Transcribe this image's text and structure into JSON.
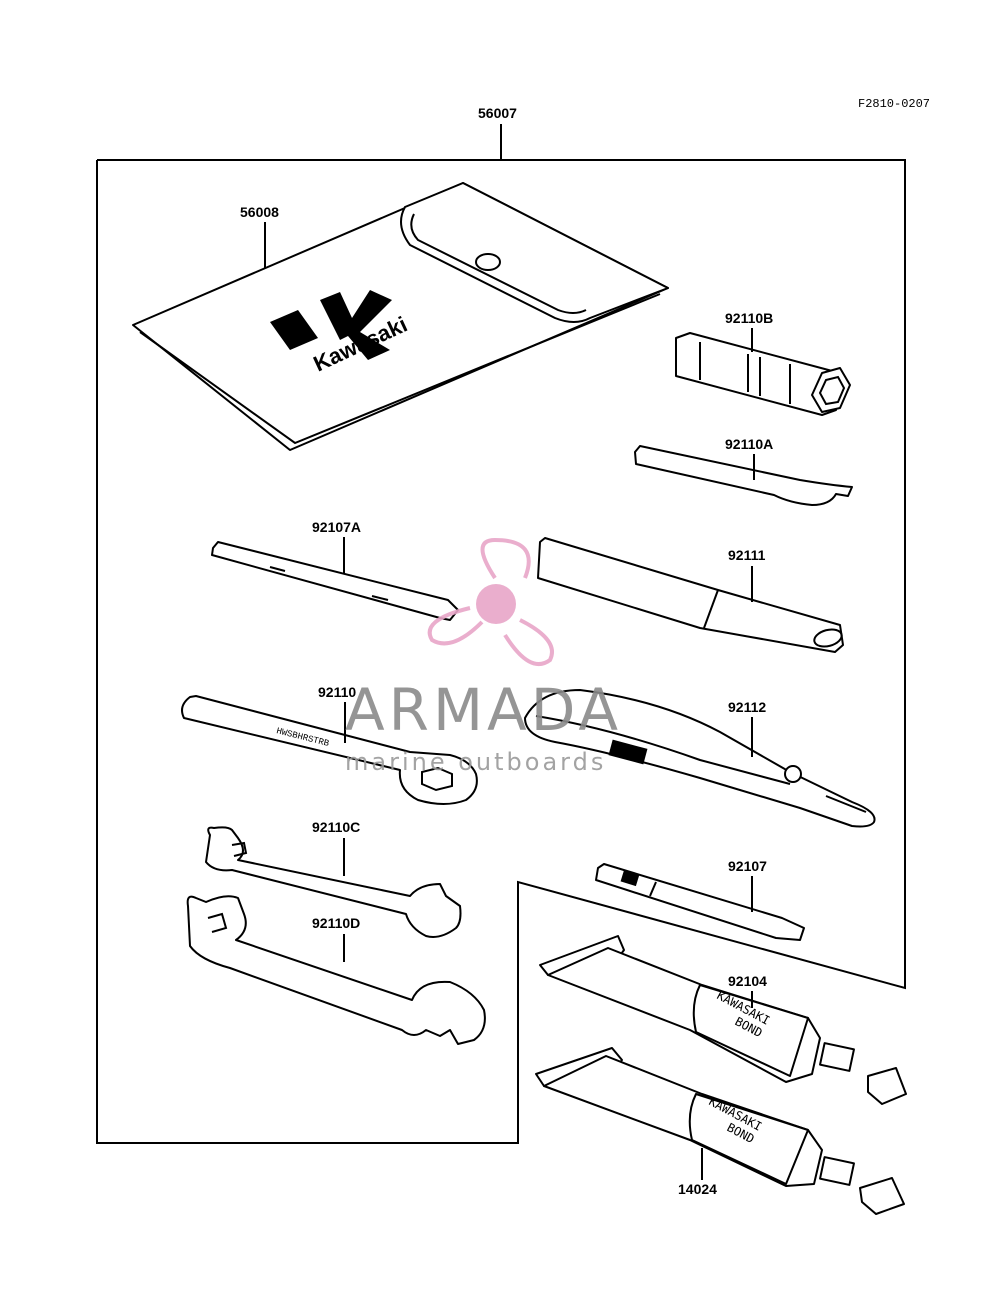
{
  "figure_code": "F2810-0207",
  "labels": {
    "tool_kit": "56007",
    "pouch": "56008",
    "plug_wrench": "92110B",
    "spanner_hook": "92110A",
    "screwdriver_flat": "92107A",
    "handle_bar": "92111",
    "box_wrench": "92110",
    "pliers": "92112",
    "wrench_small": "92110C",
    "wrench_large": "92110D",
    "screwdriver_phillips": "92107",
    "bond_tube_1": "92104",
    "bond_tube_2": "14024"
  },
  "pouch_brand": "Kawasaki",
  "tube_text": {
    "tube1_line1": "KAWASAKI",
    "tube1_line2": "BOND",
    "tube2_line1": "KAWASAKI",
    "tube2_line2": "BOND"
  },
  "watermark": {
    "title": "ARMADA",
    "subtitle": "marine outboards",
    "color": "#e8a6c8"
  }
}
